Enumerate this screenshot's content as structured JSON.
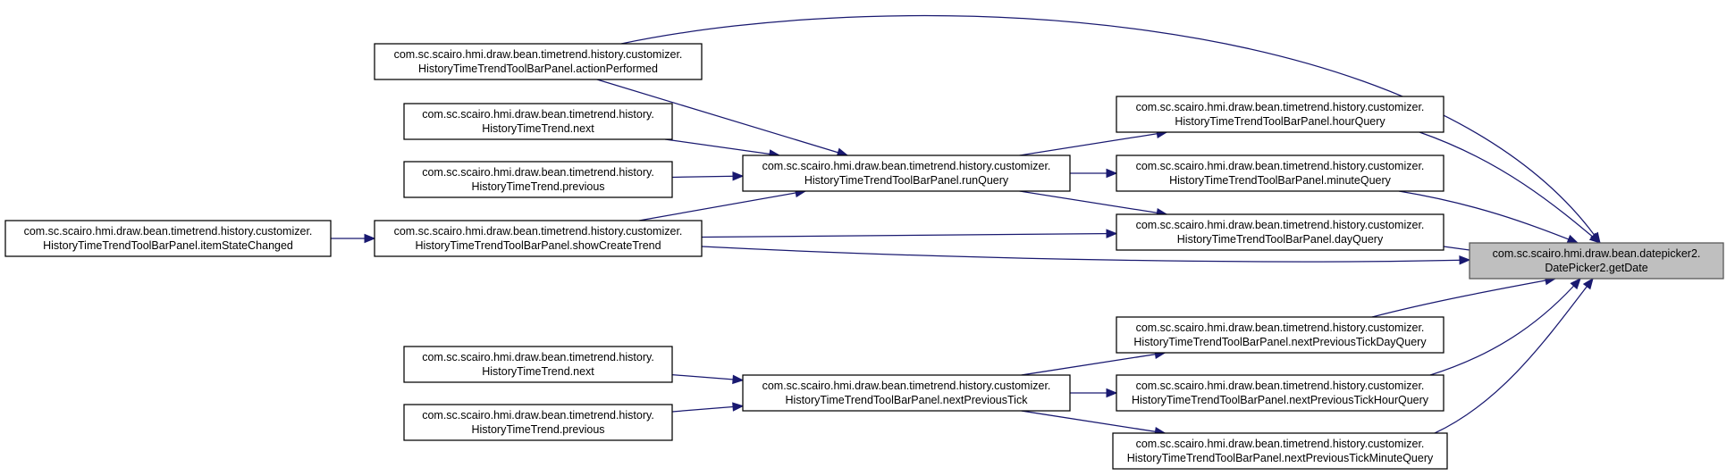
{
  "graph": {
    "target": "getDate",
    "nodes": [
      {
        "id": "getDate",
        "line1": "com.sc.scairo.hmi.draw.bean.datepicker2.",
        "line2": "DatePicker2.getDate",
        "highlight": true
      },
      {
        "id": "actionPerformed",
        "line1": "com.sc.scairo.hmi.draw.bean.timetrend.history.customizer.",
        "line2": "HistoryTimeTrendToolBarPanel.actionPerformed"
      },
      {
        "id": "next1",
        "line1": "com.sc.scairo.hmi.draw.bean.timetrend.history.",
        "line2": "HistoryTimeTrend.next"
      },
      {
        "id": "previous1",
        "line1": "com.sc.scairo.hmi.draw.bean.timetrend.history.",
        "line2": "HistoryTimeTrend.previous"
      },
      {
        "id": "itemStateChanged",
        "line1": "com.sc.scairo.hmi.draw.bean.timetrend.history.customizer.",
        "line2": "HistoryTimeTrendToolBarPanel.itemStateChanged"
      },
      {
        "id": "showCreateTrend",
        "line1": "com.sc.scairo.hmi.draw.bean.timetrend.history.customizer.",
        "line2": "HistoryTimeTrendToolBarPanel.showCreateTrend"
      },
      {
        "id": "runQuery",
        "line1": "com.sc.scairo.hmi.draw.bean.timetrend.history.customizer.",
        "line2": "HistoryTimeTrendToolBarPanel.runQuery"
      },
      {
        "id": "hourQuery",
        "line1": "com.sc.scairo.hmi.draw.bean.timetrend.history.customizer.",
        "line2": "HistoryTimeTrendToolBarPanel.hourQuery"
      },
      {
        "id": "minuteQuery",
        "line1": "com.sc.scairo.hmi.draw.bean.timetrend.history.customizer.",
        "line2": "HistoryTimeTrendToolBarPanel.minuteQuery"
      },
      {
        "id": "dayQuery",
        "line1": "com.sc.scairo.hmi.draw.bean.timetrend.history.customizer.",
        "line2": "HistoryTimeTrendToolBarPanel.dayQuery"
      },
      {
        "id": "next2",
        "line1": "com.sc.scairo.hmi.draw.bean.timetrend.history.",
        "line2": "HistoryTimeTrend.next"
      },
      {
        "id": "previous2",
        "line1": "com.sc.scairo.hmi.draw.bean.timetrend.history.",
        "line2": "HistoryTimeTrend.previous"
      },
      {
        "id": "nextPreviousTick",
        "line1": "com.sc.scairo.hmi.draw.bean.timetrend.history.customizer.",
        "line2": "HistoryTimeTrendToolBarPanel.nextPreviousTick"
      },
      {
        "id": "nptDayQuery",
        "line1": "com.sc.scairo.hmi.draw.bean.timetrend.history.customizer.",
        "line2": "HistoryTimeTrendToolBarPanel.nextPreviousTickDayQuery"
      },
      {
        "id": "nptHourQuery",
        "line1": "com.sc.scairo.hmi.draw.bean.timetrend.history.customizer.",
        "line2": "HistoryTimeTrendToolBarPanel.nextPreviousTickHourQuery"
      },
      {
        "id": "nptMinuteQuery",
        "line1": "com.sc.scairo.hmi.draw.bean.timetrend.history.customizer.",
        "line2": "HistoryTimeTrendToolBarPanel.nextPreviousTickMinuteQuery"
      }
    ],
    "edges": [
      {
        "from": "itemStateChanged",
        "to": "showCreateTrend"
      },
      {
        "from": "actionPerformed",
        "to": "getDate"
      },
      {
        "from": "actionPerformed",
        "to": "runQuery"
      },
      {
        "from": "next1",
        "to": "runQuery"
      },
      {
        "from": "previous1",
        "to": "runQuery"
      },
      {
        "from": "showCreateTrend",
        "to": "runQuery"
      },
      {
        "from": "showCreateTrend",
        "to": "dayQuery"
      },
      {
        "from": "showCreateTrend",
        "to": "getDate"
      },
      {
        "from": "runQuery",
        "to": "hourQuery"
      },
      {
        "from": "runQuery",
        "to": "minuteQuery"
      },
      {
        "from": "runQuery",
        "to": "dayQuery"
      },
      {
        "from": "hourQuery",
        "to": "getDate"
      },
      {
        "from": "minuteQuery",
        "to": "getDate"
      },
      {
        "from": "dayQuery",
        "to": "getDate"
      },
      {
        "from": "next2",
        "to": "nextPreviousTick"
      },
      {
        "from": "previous2",
        "to": "nextPreviousTick"
      },
      {
        "from": "nextPreviousTick",
        "to": "nptDayQuery"
      },
      {
        "from": "nextPreviousTick",
        "to": "nptHourQuery"
      },
      {
        "from": "nextPreviousTick",
        "to": "nptMinuteQuery"
      },
      {
        "from": "nptDayQuery",
        "to": "getDate"
      },
      {
        "from": "nptHourQuery",
        "to": "getDate"
      },
      {
        "from": "nptMinuteQuery",
        "to": "getDate"
      }
    ],
    "colors": {
      "edge": "#191970",
      "node_border": "#000000",
      "node_fill": "#ffffff",
      "target_fill": "#bfbfbf"
    }
  }
}
